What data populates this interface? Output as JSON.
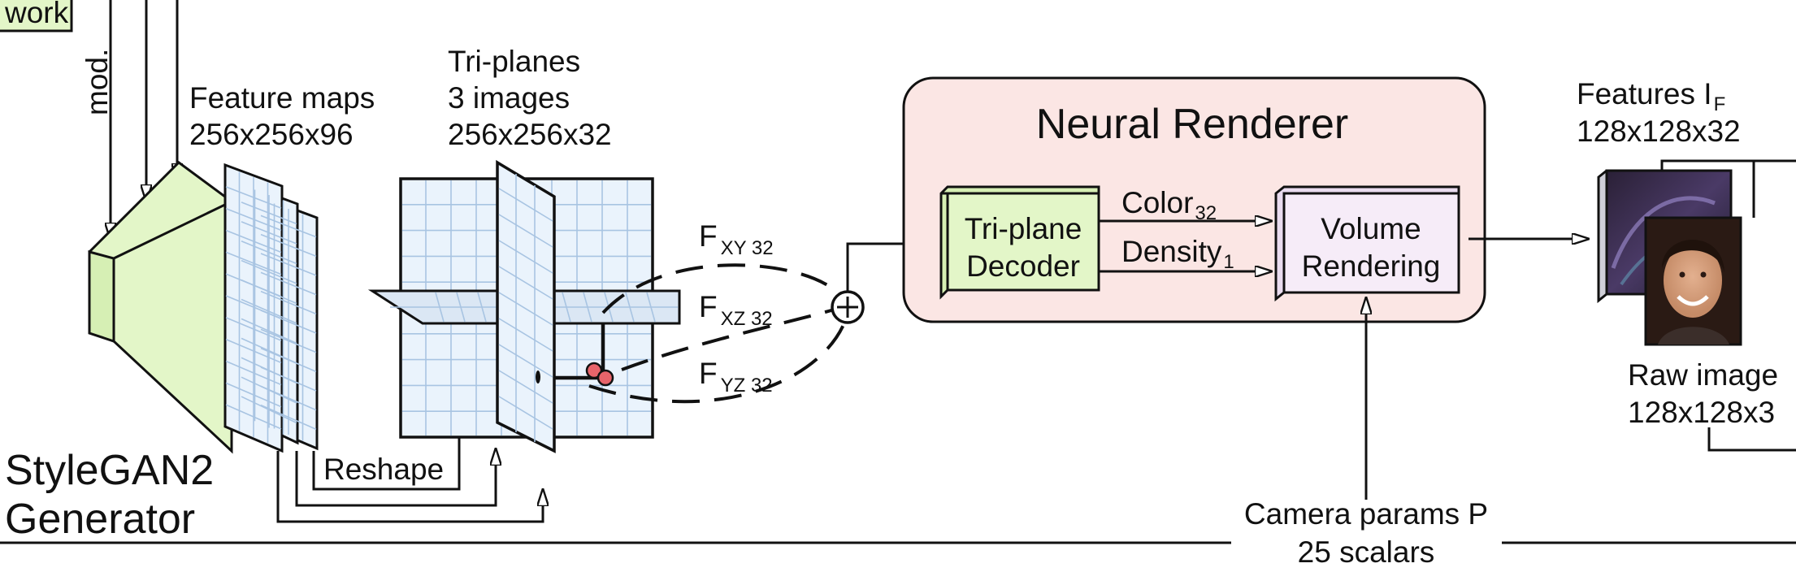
{
  "generator": {
    "top_label": "work",
    "mod_label": "mod.",
    "feature_maps_title": "Feature maps",
    "feature_maps_dims": "256x256x96",
    "name_line1": "StyleGAN2",
    "name_line2": "Generator",
    "reshape_label": "Reshape"
  },
  "triplanes": {
    "title": "Tri-planes",
    "count": "3 images",
    "dims": "256x256x32"
  },
  "features_sampled": {
    "fxy": {
      "main": "F",
      "sub": "XY 32"
    },
    "fxz": {
      "main": "F",
      "sub": "XZ 32"
    },
    "fyz": {
      "main": "F",
      "sub": "YZ 32"
    },
    "sum_symbol": "+"
  },
  "neural_renderer": {
    "title": "Neural Renderer",
    "decoder_line1": "Tri-plane",
    "decoder_line2": "Decoder",
    "color": {
      "main": "Color",
      "sub": "32"
    },
    "density": {
      "main": "Density",
      "sub": "1"
    },
    "volume_line1": "Volume",
    "volume_line2": "Rendering"
  },
  "camera": {
    "line1": "Camera params P",
    "line2": "25 scalars"
  },
  "outputs": {
    "features": {
      "main": "Features I",
      "sub": "F"
    },
    "features_dims": "128x128x32",
    "raw_title": "Raw image",
    "raw_dims": "128x128x3"
  },
  "colors": {
    "generator_fill": "#e3f6c8",
    "renderer_fill": "#fbe6e4",
    "volume_fill": "#f6ecf8",
    "plane_fill": "#eaf3fc",
    "grid": "#a8c4e2",
    "sample_point": "#e8646a",
    "line": "#111111"
  },
  "icons": [
    "summation-circle-icon",
    "arrow-head-icon",
    "face-photo-icon",
    "feature-map-icon"
  ]
}
